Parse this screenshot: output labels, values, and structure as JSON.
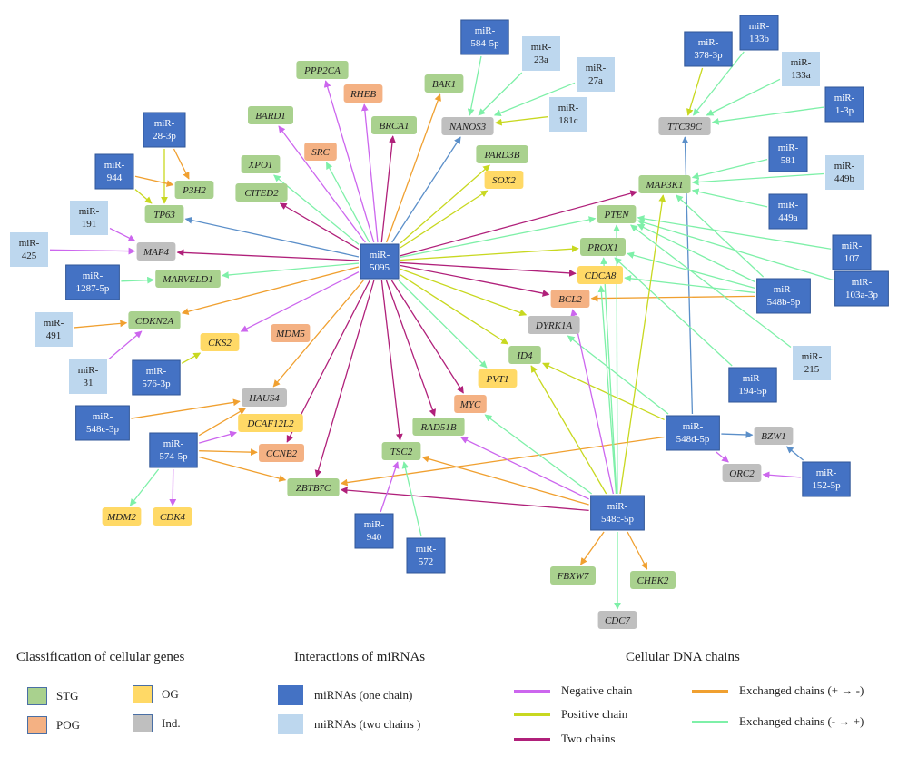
{
  "colors": {
    "STG": "#a9d18e",
    "POG": "#f4b183",
    "OG": "#ffd966",
    "Ind": "#bfbfbf",
    "mir_one": "#4472c4",
    "mir_two": "#bdd7ee",
    "negative": "#cc66ee",
    "positive": "#c8d820",
    "two": "#b0207a",
    "pos_neg": "#f0a030",
    "neg_pos": "#7ef0a8",
    "blue_edge": "#5b8fc9"
  },
  "genes": [
    {
      "id": "PPP2CA",
      "label": "PPP2CA",
      "type": "STG"
    },
    {
      "id": "RHEB",
      "label": "RHEB",
      "type": "POG"
    },
    {
      "id": "BAK1",
      "label": "BAK1",
      "type": "STG"
    },
    {
      "id": "BARD1",
      "label": "BARD1",
      "type": "STG"
    },
    {
      "id": "BRCA1",
      "label": "BRCA1",
      "type": "STG"
    },
    {
      "id": "NANOS3",
      "label": "NANOS3",
      "type": "Ind"
    },
    {
      "id": "SRC",
      "label": "SRC",
      "type": "POG"
    },
    {
      "id": "XPO1",
      "label": "XPO1",
      "type": "STG"
    },
    {
      "id": "PARD3B",
      "label": "PARD3B",
      "type": "STG"
    },
    {
      "id": "SOX2",
      "label": "SOX2",
      "type": "OG"
    },
    {
      "id": "CITED2",
      "label": "CITED2",
      "type": "STG"
    },
    {
      "id": "P3H2",
      "label": "P3H2",
      "type": "STG"
    },
    {
      "id": "TP63",
      "label": "TP63",
      "type": "STG"
    },
    {
      "id": "TTC39C",
      "label": "TTC39C",
      "type": "Ind"
    },
    {
      "id": "MAP3K1",
      "label": "MAP3K1",
      "type": "STG"
    },
    {
      "id": "PTEN",
      "label": "PTEN",
      "type": "STG"
    },
    {
      "id": "MAP4",
      "label": "MAP4",
      "type": "Ind"
    },
    {
      "id": "PROX1",
      "label": "PROX1",
      "type": "STG"
    },
    {
      "id": "CDCA8",
      "label": "CDCA8",
      "type": "OG"
    },
    {
      "id": "MARVELD1",
      "label": "MARVELD1",
      "type": "STG"
    },
    {
      "id": "BCL2",
      "label": "BCL2",
      "type": "POG"
    },
    {
      "id": "CDKN2A",
      "label": "CDKN2A",
      "type": "STG"
    },
    {
      "id": "DYRK1A",
      "label": "DYRK1A",
      "type": "Ind"
    },
    {
      "id": "MDM5",
      "label": "MDM5",
      "type": "POG"
    },
    {
      "id": "CKS2",
      "label": "CKS2",
      "type": "OG"
    },
    {
      "id": "ID4",
      "label": "ID4",
      "type": "STG"
    },
    {
      "id": "PVT1",
      "label": "PVT1",
      "type": "OG"
    },
    {
      "id": "HAUS4",
      "label": "HAUS4",
      "type": "Ind"
    },
    {
      "id": "MYC",
      "label": "MYC",
      "type": "POG"
    },
    {
      "id": "DCAF12L2",
      "label": "DCAF12L2",
      "type": "OG"
    },
    {
      "id": "RAD51B",
      "label": "RAD51B",
      "type": "STG"
    },
    {
      "id": "CCNB2",
      "label": "CCNB2",
      "type": "POG"
    },
    {
      "id": "TSC2",
      "label": "TSC2",
      "type": "STG"
    },
    {
      "id": "BZW1",
      "label": "BZW1",
      "type": "Ind"
    },
    {
      "id": "ZBTB7C",
      "label": "ZBTB7C",
      "type": "STG"
    },
    {
      "id": "ORC2",
      "label": "ORC2",
      "type": "Ind"
    },
    {
      "id": "MDM2",
      "label": "MDM2",
      "type": "OG"
    },
    {
      "id": "CDK4",
      "label": "CDK4",
      "type": "OG"
    },
    {
      "id": "FBXW7",
      "label": "FBXW7",
      "type": "STG"
    },
    {
      "id": "CHEK2",
      "label": "CHEK2",
      "type": "STG"
    },
    {
      "id": "CDC7",
      "label": "CDC7",
      "type": "Ind"
    }
  ],
  "mirnas": [
    {
      "id": "m584",
      "lines": [
        "miR-",
        "584-5p"
      ],
      "type": "one"
    },
    {
      "id": "m23a",
      "lines": [
        "miR-",
        "23a"
      ],
      "type": "two"
    },
    {
      "id": "m27a",
      "lines": [
        "miR-",
        "27a"
      ],
      "type": "two"
    },
    {
      "id": "m181c",
      "lines": [
        "miR-",
        "181c"
      ],
      "type": "two"
    },
    {
      "id": "m378",
      "lines": [
        "miR-",
        "378-3p"
      ],
      "type": "one"
    },
    {
      "id": "m133b",
      "lines": [
        "miR-",
        "133b"
      ],
      "type": "one"
    },
    {
      "id": "m133a",
      "lines": [
        "miR-",
        "133a"
      ],
      "type": "two"
    },
    {
      "id": "m1",
      "lines": [
        "miR-",
        "1-3p"
      ],
      "type": "one"
    },
    {
      "id": "m28",
      "lines": [
        "miR-",
        "28-3p"
      ],
      "type": "one"
    },
    {
      "id": "m944",
      "lines": [
        "miR-",
        "944"
      ],
      "type": "one"
    },
    {
      "id": "m581",
      "lines": [
        "miR-",
        "581"
      ],
      "type": "one"
    },
    {
      "id": "m449b",
      "lines": [
        "miR-",
        "449b"
      ],
      "type": "two"
    },
    {
      "id": "m191",
      "lines": [
        "miR-",
        "191"
      ],
      "type": "two"
    },
    {
      "id": "m449a",
      "lines": [
        "miR-",
        "449a"
      ],
      "type": "one"
    },
    {
      "id": "m425",
      "lines": [
        "miR-",
        "425"
      ],
      "type": "two"
    },
    {
      "id": "m5095",
      "lines": [
        "miR-",
        "5095"
      ],
      "type": "one"
    },
    {
      "id": "m107",
      "lines": [
        "miR-",
        "107"
      ],
      "type": "one"
    },
    {
      "id": "m1287",
      "lines": [
        "miR-",
        "1287-5p"
      ],
      "type": "one"
    },
    {
      "id": "m548b",
      "lines": [
        "miR-",
        "548b-5p"
      ],
      "type": "one"
    },
    {
      "id": "m103a",
      "lines": [
        "miR-",
        "103a-3p"
      ],
      "type": "one"
    },
    {
      "id": "m491",
      "lines": [
        "miR-",
        "491"
      ],
      "type": "two"
    },
    {
      "id": "m215",
      "lines": [
        "miR-",
        "215"
      ],
      "type": "two"
    },
    {
      "id": "m31",
      "lines": [
        "miR-",
        "31"
      ],
      "type": "two"
    },
    {
      "id": "m576",
      "lines": [
        "miR-",
        "576-3p"
      ],
      "type": "one"
    },
    {
      "id": "m194",
      "lines": [
        "miR-",
        "194-5p"
      ],
      "type": "one"
    },
    {
      "id": "m548c3",
      "lines": [
        "miR-",
        "548c-3p"
      ],
      "type": "one"
    },
    {
      "id": "m548d",
      "lines": [
        "miR-",
        "548d-5p"
      ],
      "type": "one"
    },
    {
      "id": "m574",
      "lines": [
        "miR-",
        "574-5p"
      ],
      "type": "one"
    },
    {
      "id": "m152",
      "lines": [
        "miR-",
        "152-5p"
      ],
      "type": "one"
    },
    {
      "id": "m548c5",
      "lines": [
        "miR-",
        "548c-5p"
      ],
      "type": "one"
    },
    {
      "id": "m940",
      "lines": [
        "miR-",
        "940"
      ],
      "type": "one"
    },
    {
      "id": "m572",
      "lines": [
        "miR-",
        "572"
      ],
      "type": "one"
    }
  ],
  "edges": [
    {
      "from": "m5095",
      "to": "PPP2CA",
      "kind": "negative"
    },
    {
      "from": "m5095",
      "to": "RHEB",
      "kind": "negative"
    },
    {
      "from": "m5095",
      "to": "BAK1",
      "kind": "pos_neg"
    },
    {
      "from": "m5095",
      "to": "BARD1",
      "kind": "negative"
    },
    {
      "from": "m5095",
      "to": "BRCA1",
      "kind": "two"
    },
    {
      "from": "m5095",
      "to": "NANOS3",
      "kind": "blue_edge"
    },
    {
      "from": "m5095",
      "to": "SRC",
      "kind": "neg_pos"
    },
    {
      "from": "m5095",
      "to": "XPO1",
      "kind": "neg_pos"
    },
    {
      "from": "m5095",
      "to": "PARD3B",
      "kind": "positive"
    },
    {
      "from": "m5095",
      "to": "SOX2",
      "kind": "positive"
    },
    {
      "from": "m5095",
      "to": "CITED2",
      "kind": "two"
    },
    {
      "from": "m5095",
      "to": "TP63",
      "kind": "blue_edge"
    },
    {
      "from": "m5095",
      "to": "MAP3K1",
      "kind": "two"
    },
    {
      "from": "m5095",
      "to": "PTEN",
      "kind": "neg_pos"
    },
    {
      "from": "m5095",
      "to": "MAP4",
      "kind": "two"
    },
    {
      "from": "m5095",
      "to": "PROX1",
      "kind": "positive"
    },
    {
      "from": "m5095",
      "to": "CDCA8",
      "kind": "two"
    },
    {
      "from": "m5095",
      "to": "MARVELD1",
      "kind": "neg_pos"
    },
    {
      "from": "m5095",
      "to": "BCL2",
      "kind": "two"
    },
    {
      "from": "m5095",
      "to": "CDKN2A",
      "kind": "pos_neg"
    },
    {
      "from": "m5095",
      "to": "DYRK1A",
      "kind": "positive"
    },
    {
      "from": "m5095",
      "to": "CKS2",
      "kind": "negative"
    },
    {
      "from": "m5095",
      "to": "ID4",
      "kind": "positive"
    },
    {
      "from": "m5095",
      "to": "PVT1",
      "kind": "neg_pos"
    },
    {
      "from": "m5095",
      "to": "HAUS4",
      "kind": "pos_neg"
    },
    {
      "from": "m5095",
      "to": "MYC",
      "kind": "two"
    },
    {
      "from": "m5095",
      "to": "RAD51B",
      "kind": "two"
    },
    {
      "from": "m5095",
      "to": "CCNB2",
      "kind": "two"
    },
    {
      "from": "m5095",
      "to": "TSC2",
      "kind": "two"
    },
    {
      "from": "m5095",
      "to": "ZBTB7C",
      "kind": "two"
    },
    {
      "from": "m584",
      "to": "NANOS3",
      "kind": "neg_pos"
    },
    {
      "from": "m23a",
      "to": "NANOS3",
      "kind": "neg_pos"
    },
    {
      "from": "m27a",
      "to": "NANOS3",
      "kind": "neg_pos"
    },
    {
      "from": "m181c",
      "to": "NANOS3",
      "kind": "positive"
    },
    {
      "from": "m28",
      "to": "P3H2",
      "kind": "pos_neg"
    },
    {
      "from": "m28",
      "to": "TP63",
      "kind": "positive"
    },
    {
      "from": "m944",
      "to": "P3H2",
      "kind": "pos_neg"
    },
    {
      "from": "m944",
      "to": "TP63",
      "kind": "positive"
    },
    {
      "from": "m191",
      "to": "MAP4",
      "kind": "negative"
    },
    {
      "from": "m425",
      "to": "MAP4",
      "kind": "negative"
    },
    {
      "from": "m1287",
      "to": "MARVELD1",
      "kind": "neg_pos"
    },
    {
      "from": "m491",
      "to": "CDKN2A",
      "kind": "pos_neg"
    },
    {
      "from": "m31",
      "to": "CDKN2A",
      "kind": "negative"
    },
    {
      "from": "m576",
      "to": "CKS2",
      "kind": "positive"
    },
    {
      "from": "m548c3",
      "to": "HAUS4",
      "kind": "pos_neg"
    },
    {
      "from": "m574",
      "to": "HAUS4",
      "kind": "pos_neg"
    },
    {
      "from": "m574",
      "to": "DCAF12L2",
      "kind": "negative"
    },
    {
      "from": "m574",
      "to": "CCNB2",
      "kind": "pos_neg"
    },
    {
      "from": "m574",
      "to": "ZBTB7C",
      "kind": "pos_neg"
    },
    {
      "from": "m574",
      "to": "MDM2",
      "kind": "neg_pos"
    },
    {
      "from": "m574",
      "to": "CDK4",
      "kind": "negative"
    },
    {
      "from": "m378",
      "to": "TTC39C",
      "kind": "positive"
    },
    {
      "from": "m133b",
      "to": "TTC39C",
      "kind": "neg_pos"
    },
    {
      "from": "m133a",
      "to": "TTC39C",
      "kind": "neg_pos"
    },
    {
      "from": "m1",
      "to": "TTC39C",
      "kind": "neg_pos"
    },
    {
      "from": "m548d",
      "to": "TTC39C",
      "kind": "blue_edge"
    },
    {
      "from": "m581",
      "to": "MAP3K1",
      "kind": "neg_pos"
    },
    {
      "from": "m449b",
      "to": "MAP3K1",
      "kind": "neg_pos"
    },
    {
      "from": "m449a",
      "to": "MAP3K1",
      "kind": "neg_pos"
    },
    {
      "from": "m107",
      "to": "PTEN",
      "kind": "neg_pos"
    },
    {
      "from": "m103a",
      "to": "PTEN",
      "kind": "neg_pos"
    },
    {
      "from": "m548b",
      "to": "PTEN",
      "kind": "neg_pos"
    },
    {
      "from": "m548b",
      "to": "PROX1",
      "kind": "neg_pos"
    },
    {
      "from": "m548b",
      "to": "CDCA8",
      "kind": "neg_pos"
    },
    {
      "from": "m548b",
      "to": "BCL2",
      "kind": "pos_neg"
    },
    {
      "from": "m548b",
      "to": "MAP3K1",
      "kind": "neg_pos"
    },
    {
      "from": "m215",
      "to": "PTEN",
      "kind": "neg_pos"
    },
    {
      "from": "m194",
      "to": "PROX1",
      "kind": "neg_pos"
    },
    {
      "from": "m548d",
      "to": "BZW1",
      "kind": "blue_edge"
    },
    {
      "from": "m548d",
      "to": "ORC2",
      "kind": "negative"
    },
    {
      "from": "m548d",
      "to": "ZBTB7C",
      "kind": "pos_neg"
    },
    {
      "from": "m548d",
      "to": "ID4",
      "kind": "positive"
    },
    {
      "from": "m548d",
      "to": "DYRK1A",
      "kind": "neg_pos"
    },
    {
      "from": "m152",
      "to": "BZW1",
      "kind": "blue_edge"
    },
    {
      "from": "m152",
      "to": "ORC2",
      "kind": "negative"
    },
    {
      "from": "m548c5",
      "to": "ZBTB7C",
      "kind": "two"
    },
    {
      "from": "m548c5",
      "to": "TSC2",
      "kind": "pos_neg"
    },
    {
      "from": "m548c5",
      "to": "RAD51B",
      "kind": "negative"
    },
    {
      "from": "m548c5",
      "to": "MYC",
      "kind": "neg_pos"
    },
    {
      "from": "m548c5",
      "to": "ID4",
      "kind": "positive"
    },
    {
      "from": "m548c5",
      "to": "BCL2",
      "kind": "negative"
    },
    {
      "from": "m548c5",
      "to": "CDCA8",
      "kind": "neg_pos"
    },
    {
      "from": "m548c5",
      "to": "PROX1",
      "kind": "neg_pos"
    },
    {
      "from": "m548c5",
      "to": "PTEN",
      "kind": "neg_pos"
    },
    {
      "from": "m548c5",
      "to": "MAP3K1",
      "kind": "positive"
    },
    {
      "from": "m548c5",
      "to": "FBXW7",
      "kind": "pos_neg"
    },
    {
      "from": "m548c5",
      "to": "CHEK2",
      "kind": "pos_neg"
    },
    {
      "from": "m548c5",
      "to": "CDC7",
      "kind": "neg_pos"
    },
    {
      "from": "m940",
      "to": "TSC2",
      "kind": "negative"
    },
    {
      "from": "m572",
      "to": "TSC2",
      "kind": "neg_pos"
    }
  ],
  "legend": {
    "genes_title": "Classification of cellular genes",
    "genes": [
      {
        "key": "STG",
        "label": "STG"
      },
      {
        "key": "OG",
        "label": "OG"
      },
      {
        "key": "POG",
        "label": "POG"
      },
      {
        "key": "Ind",
        "label": "Ind."
      }
    ],
    "mirna_title": "Interactions  of miRNAs",
    "mirna": [
      {
        "key": "mir_one",
        "label": "miRNAs (one chain)"
      },
      {
        "key": "mir_two",
        "label": "miRNAs (two chains )"
      }
    ],
    "chains_title": "Cellular DNA chains",
    "chains": [
      {
        "key": "negative",
        "label": "Negative chain"
      },
      {
        "key": "positive",
        "label": "Positive chain"
      },
      {
        "key": "two",
        "label": "Two chains"
      },
      {
        "key": "pos_neg",
        "label": "Exchanged chains (+ → -)"
      },
      {
        "key": "neg_pos",
        "label": "Exchanged chains (- → +)"
      }
    ]
  }
}
